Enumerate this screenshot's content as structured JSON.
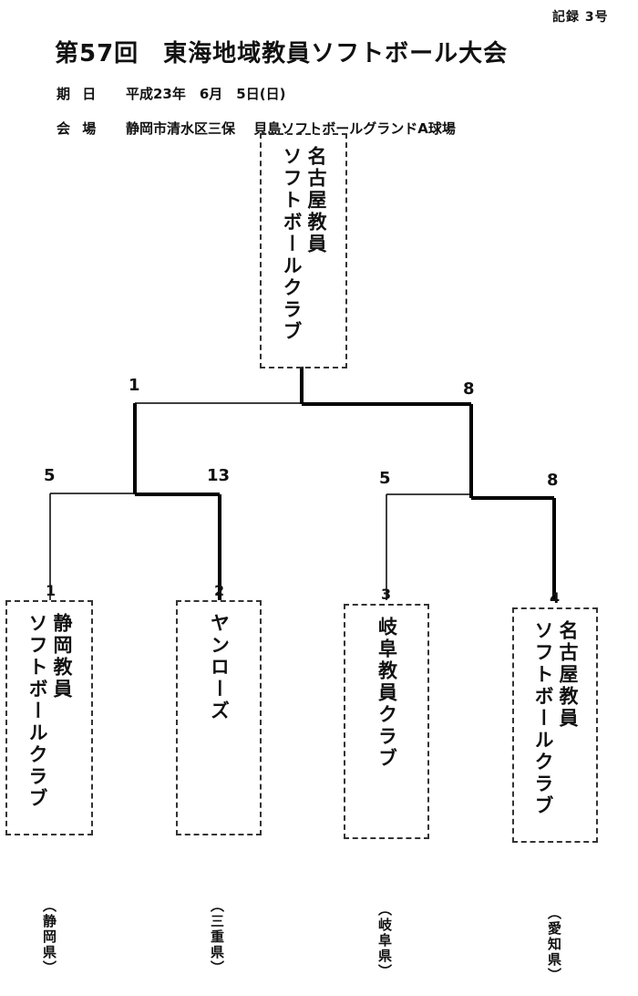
{
  "header": {
    "record_no": "記録 3号",
    "title": "第57回　東海地域教員ソフトボール大会",
    "date_label": "期 日",
    "date_value": "平成23年　6月　5日(日)",
    "venue_label": "会 場",
    "venue_value": "静岡市清水区三保　 貝島ソフトボールグランドA球場"
  },
  "champion": {
    "lines": [
      "名古屋教員",
      "ソフトボールクラブ"
    ]
  },
  "final": {
    "left_score": "1",
    "right_score": "8"
  },
  "semifinals": [
    {
      "left_score": "5",
      "right_score": "13"
    },
    {
      "left_score": "5",
      "right_score": "8"
    }
  ],
  "teams": [
    {
      "seed": "1",
      "lines": [
        "静岡教員",
        "ソフトボールクラブ"
      ],
      "prefecture": "（静岡県）"
    },
    {
      "seed": "2",
      "lines": [
        "ヤンローズ"
      ],
      "prefecture": "（三重県）"
    },
    {
      "seed": "3",
      "lines": [
        "岐阜教員クラブ"
      ],
      "prefecture": "（岐阜県）"
    },
    {
      "seed": "4",
      "lines": [
        "名古屋教員",
        "ソフトボールクラブ"
      ],
      "prefecture": "（愛知県）"
    }
  ]
}
